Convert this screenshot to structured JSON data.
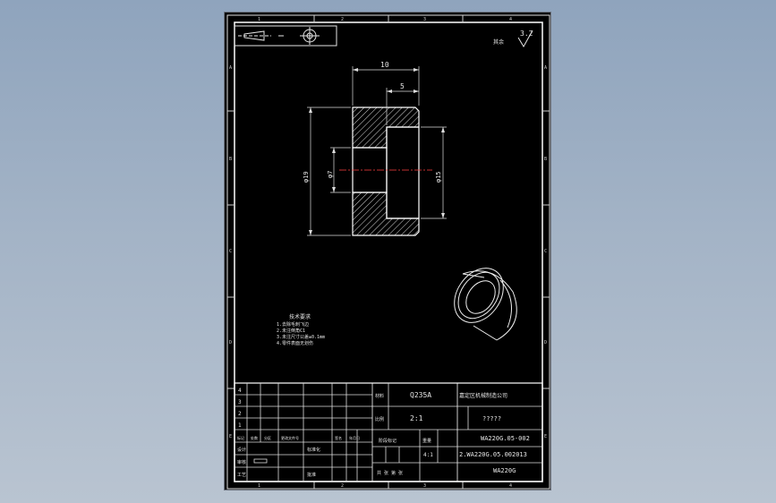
{
  "border_zones": {
    "top": [
      "1",
      "2",
      "3",
      "4"
    ],
    "bottom": [
      "1",
      "2",
      "3",
      "4"
    ],
    "left": [
      "A",
      "B",
      "C",
      "D",
      "E"
    ],
    "right": [
      "A",
      "B",
      "C",
      "D",
      "E"
    ]
  },
  "surface_roughness": "3.2",
  "roughness_note": "其余",
  "dimensions": {
    "total_length": "10",
    "counterbore_depth": "5",
    "outer_diameter": "φ19",
    "bore_diameter": "φ7",
    "counterbore_diameter": "φ15"
  },
  "tech_requirements": {
    "title": "技术要求",
    "lines": [
      "1.去除毛刺飞边",
      "2.未注倒角C1",
      "3.未注尺寸公差±0.1mm",
      "4.零件表面无划伤"
    ]
  },
  "title_block": {
    "revision_rows": [
      "4",
      "3",
      "2",
      "1"
    ],
    "material_label": "材料",
    "material": "Q235A",
    "scale_label": "比例",
    "scale": "2:1",
    "company": "嘉定区机械制造公司",
    "part_name": "?????",
    "drawing_no_top": "WA220G.05-002",
    "file_no": "2.WA220G.05.002013",
    "product_code": "WA220G",
    "sheet_label": "4:1",
    "row_labels": [
      "标记",
      "处数",
      "分区",
      "更改文件号",
      "签名",
      "年月日"
    ],
    "design_label": "设计",
    "check_label": "审核",
    "process_label": "工艺",
    "std_label": "标准化",
    "approve_label": "批准",
    "stage_label": "阶段标记",
    "weight_label": "重量",
    "sheets_label": "共 张 第 张"
  }
}
